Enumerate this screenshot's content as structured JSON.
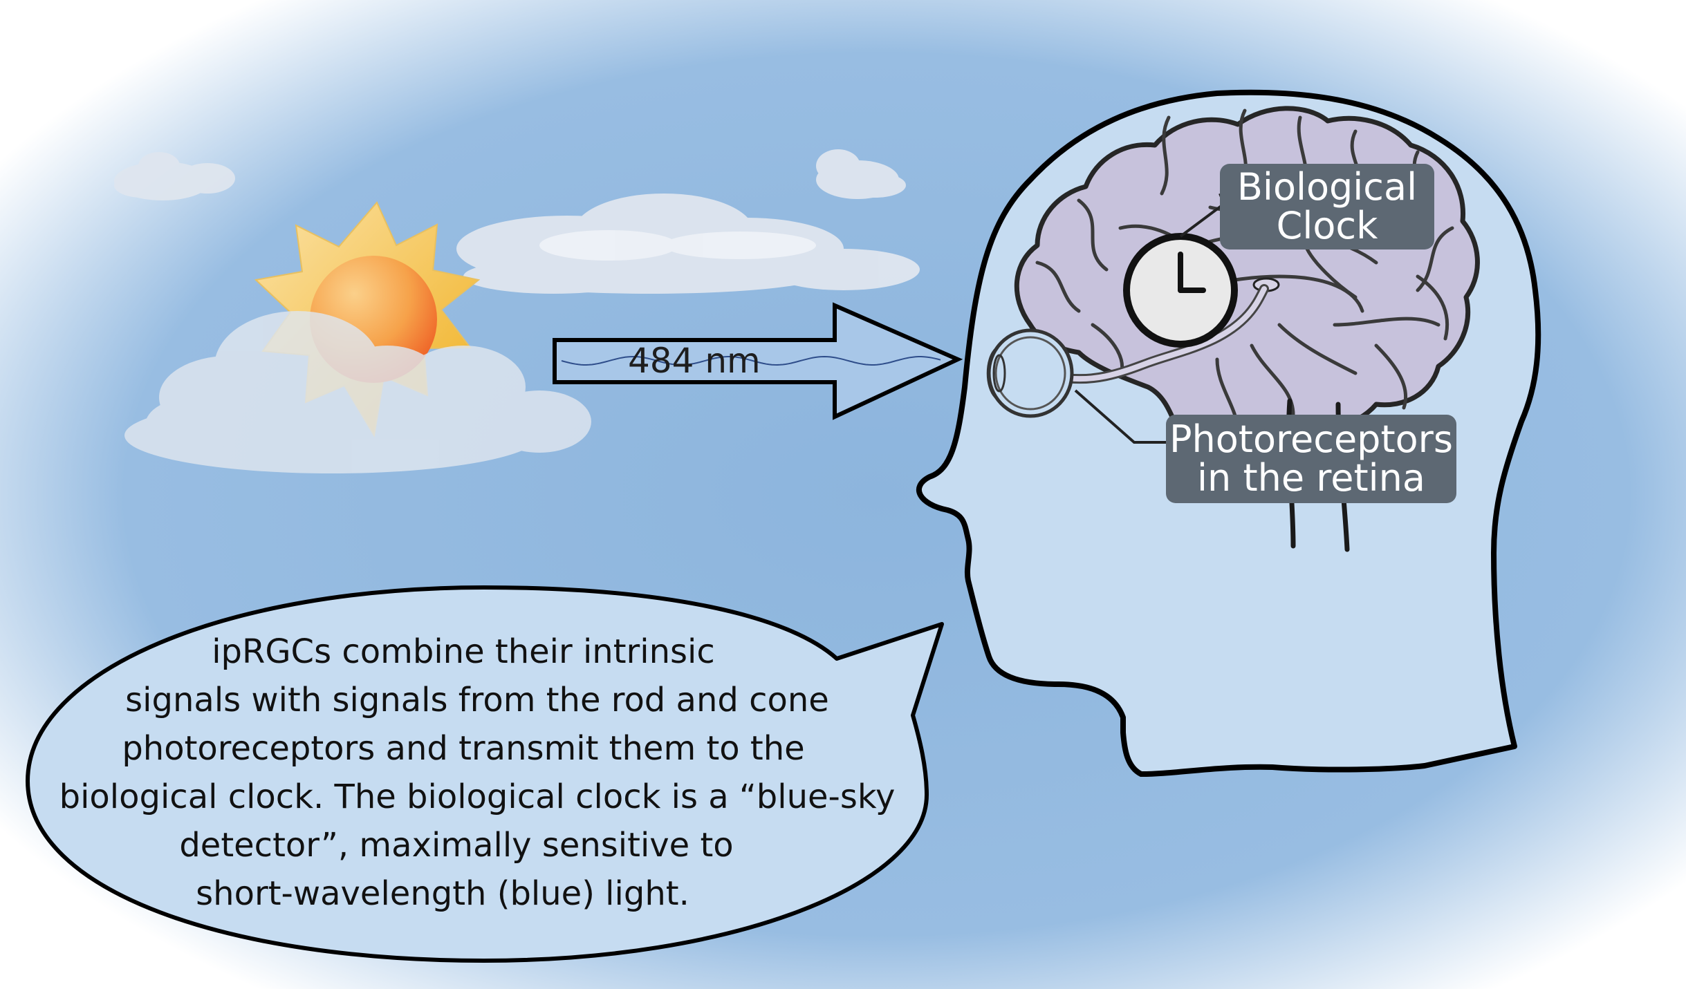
{
  "wavelength_label": "484 nm",
  "clock_label": {
    "line1": "Biological",
    "line2": "Clock"
  },
  "retina_label": {
    "line1": "Photoreceptors",
    "line2": "in the retina"
  },
  "speech_bubble": {
    "lines": [
      "ipRGCs combine their intrinsic",
      "signals with signals from the rod and cone",
      "photoreceptors and transmit them to the",
      "biological clock. The biological clock is a “blue-sky",
      "detector”, maximally sensitive to",
      "short-wavelength (blue) light."
    ]
  },
  "colors": {
    "sky_center": "#8db5dd",
    "sky_edge": "#ffffff",
    "head_fill": "#c6dcf1",
    "brain_fill": "#c7c2dc",
    "label_bg": "#5d6873",
    "sun_core": "#f26f2a",
    "sun_rays": "#f7c634",
    "cloud": "#dfe6ef"
  },
  "icons": [
    "sun-icon",
    "cloud-icon",
    "arrow-icon",
    "head-icon",
    "brain-icon",
    "clock-icon",
    "eye-icon"
  ]
}
